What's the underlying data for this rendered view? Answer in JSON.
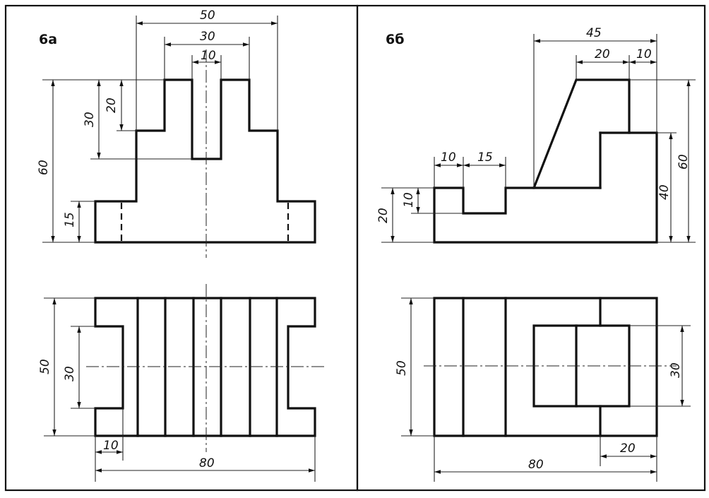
{
  "labels": {
    "panel_a": "6а",
    "panel_b": "6б"
  },
  "dims_a": {
    "top_width": "50",
    "mid_width": "30",
    "slot_width": "10",
    "height_20": "20",
    "height_30": "30",
    "total_height": "60",
    "base_height": "15",
    "plan_depth": "50",
    "notch_depth": "30",
    "end_width": "10",
    "total_length": "80"
  },
  "dims_b": {
    "top_45": "45",
    "top_20": "20",
    "top_10": "10",
    "step_10": "10",
    "step_15": "15",
    "left_20": "20",
    "left_10": "10",
    "right_60": "60",
    "right_40": "40",
    "plan_depth": "50",
    "boss_depth": "30",
    "boss_length": "20",
    "total_length": "80"
  }
}
